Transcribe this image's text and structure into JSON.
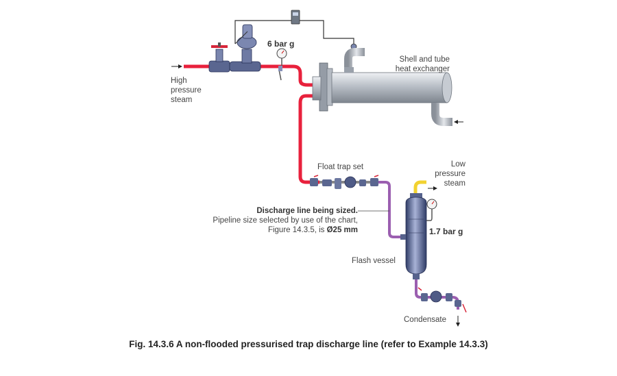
{
  "labels": {
    "high_pressure": [
      "High",
      "pressure",
      "steam"
    ],
    "pressure_upstream": "6 bar g",
    "heat_exchanger": [
      "Shell and tube",
      "heat exchanger"
    ],
    "float_trap": "Float trap set",
    "low_pressure": [
      "Low",
      "pressure",
      "steam"
    ],
    "discharge_title": "Discharge line being sized.",
    "discharge_lines": [
      "Pipeline size selected by use of the chart,"
    ],
    "discharge_figure": "Figure 14.3.5, is ",
    "discharge_size": "Ø25 mm",
    "pressure_flash": "1.7 bar g",
    "flash_vessel": "Flash vessel",
    "condensate": "Condensate"
  },
  "caption": "Fig. 14.3.6 A non-flooded pressurised trap discharge line (refer to Example 14.3.3)",
  "colors": {
    "high_pressure_pipe": "#e8213c",
    "discharge_pipe": "#9b5fb0",
    "low_pressure_pipe": "#f2d230",
    "equipment": "#aab0b8",
    "vessel": "#4a5a8a"
  }
}
